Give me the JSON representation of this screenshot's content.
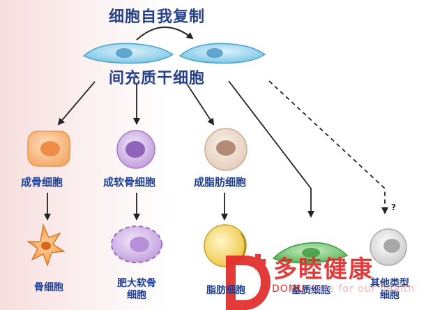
{
  "diagram": {
    "title": "细胞自我复制",
    "stem_label": "间充质干细胞",
    "question_mark": "?",
    "row1": [
      {
        "label": "成骨细胞"
      },
      {
        "label": "成软骨细胞"
      },
      {
        "label": "成脂肪细胞"
      }
    ],
    "row2": [
      {
        "label": "骨细胞",
        "lines": [
          "骨细胞"
        ]
      },
      {
        "label": "肥大软骨细胞",
        "lines": [
          "肥大软骨",
          "细胞"
        ]
      },
      {
        "label": "脂肪细胞",
        "lines": [
          "脂肪细胞"
        ]
      },
      {
        "label": "基质细胞",
        "lines": [
          "基质细胞"
        ]
      },
      {
        "label": "其他类型细胞",
        "lines": [
          "其他类型",
          "细胞"
        ]
      }
    ]
  },
  "watermark": {
    "name_cn": "多睦健康",
    "name_en": "DOMU",
    "tagline": "Care for our health"
  },
  "colors": {
    "text": "#1f3f8f",
    "stem_cell": "#8fd0ea",
    "osteoblast": "#f6b27a",
    "chondroblast": "#c9a9e0",
    "adipoblast": "#ead6c7",
    "fat_cell": "#f3d873",
    "stromal": "#7ac67a",
    "other": "#d9d9d9",
    "logo_red": "#e12a2a"
  }
}
